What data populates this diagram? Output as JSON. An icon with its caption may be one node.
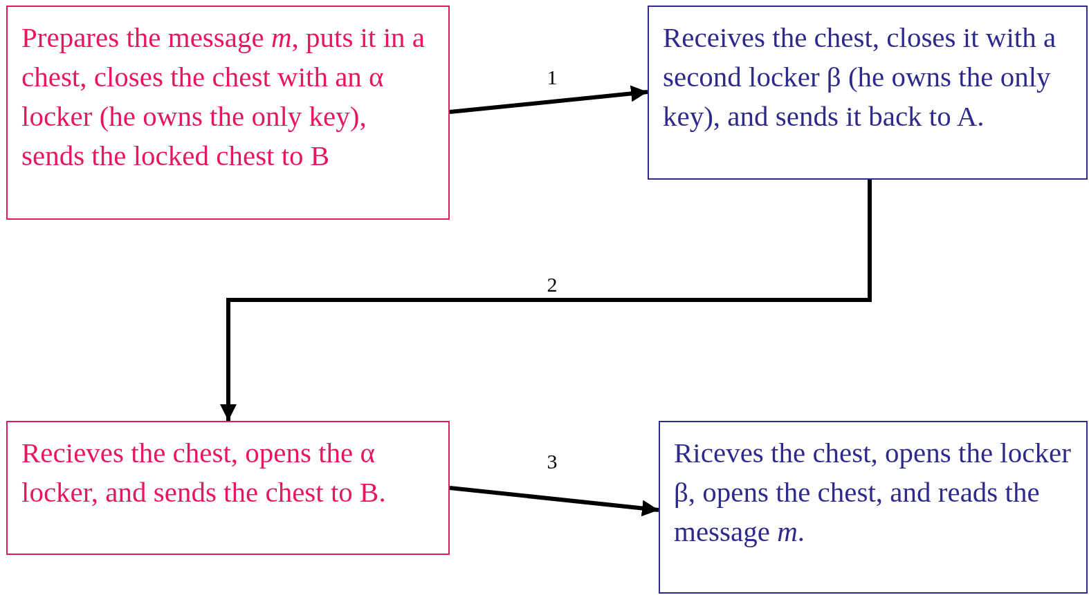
{
  "diagram": {
    "nodes": [
      {
        "text": [
          "Prepares the message *m*, puts it in a chest, closes the chest with an α locker (he owns the only key), sends the locked chest to B"
        ]
      },
      {
        "text": [
          "Receives the chest, closes it with a second locker β (he owns the only key), and sends it back to A."
        ]
      },
      {
        "text": [
          "Recieves the chest, opens the α locker, and sends the chest to B."
        ]
      },
      {
        "text": [
          "Riceves the chest, opens the locker β, opens the chest, and reads the message *m*."
        ]
      }
    ],
    "edges": [
      {
        "from": 0,
        "to": 1,
        "arrow": "to",
        "label": "1"
      },
      {
        "from": 1,
        "to": 2,
        "arrow": "to",
        "label": "2"
      },
      {
        "from": 2,
        "to": 3,
        "arrow": "to",
        "label": "3"
      }
    ]
  }
}
